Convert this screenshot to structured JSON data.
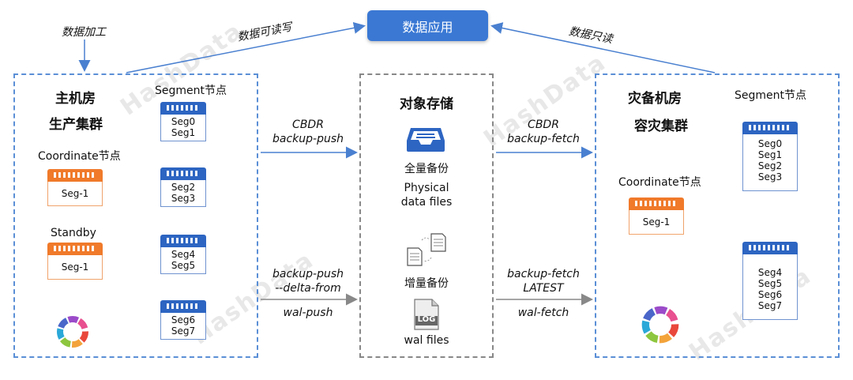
{
  "top": {
    "app_label": "数据应用",
    "processing_label": "数据加工",
    "read_write_label": "数据可读写",
    "read_only_label": "数据只读"
  },
  "watermark": "HashData",
  "primary": {
    "title_line1": "主机房",
    "title_line2": "生产集群",
    "segment_header": "Segment节点",
    "coordinate_header": "Coordinate节点",
    "coordinate_node": "Seg-1",
    "standby_header": "Standby",
    "standby_node": "Seg-1",
    "segments": [
      [
        "Seg0",
        "Seg1"
      ],
      [
        "Seg2",
        "Seg3"
      ],
      [
        "Seg4",
        "Seg5"
      ],
      [
        "Seg6",
        "Seg7"
      ]
    ]
  },
  "storage": {
    "title": "对象存储",
    "full_backup_label": "全量备份",
    "full_backup_desc_line1": "Physical",
    "full_backup_desc_line2": "data files",
    "incremental_label": "增量备份",
    "log_icon_text": "LOG",
    "wal_files_label": "wal files"
  },
  "arrows": {
    "left_top_line1": "CBDR",
    "left_top_line2": "backup-push",
    "left_bottom_line1": "backup-push",
    "left_bottom_line2": "--delta-from",
    "left_bottom_line3": "wal-push",
    "right_top_line1": "CBDR",
    "right_top_line2": "backup-fetch",
    "right_bottom_line1": "backup-fetch",
    "right_bottom_line2": "LATEST",
    "right_bottom_line3": "wal-fetch"
  },
  "dr": {
    "title_line1": "灾备机房",
    "title_line2": "容灾集群",
    "segment_header": "Segment节点",
    "coordinate_header": "Coordinate节点",
    "coordinate_node": "Seg-1",
    "segments": [
      [
        "Seg0",
        "Seg1",
        "Seg2",
        "Seg3"
      ],
      [
        "Seg4",
        "Seg5",
        "Seg6",
        "Seg7"
      ]
    ]
  },
  "colors": {
    "accent_blue": "#3a78d4",
    "rack_blue": "#2d65c2",
    "rack_orange": "#f07a2a",
    "dashed_blue": "#5b8fd6",
    "dashed_gray": "#888888"
  }
}
